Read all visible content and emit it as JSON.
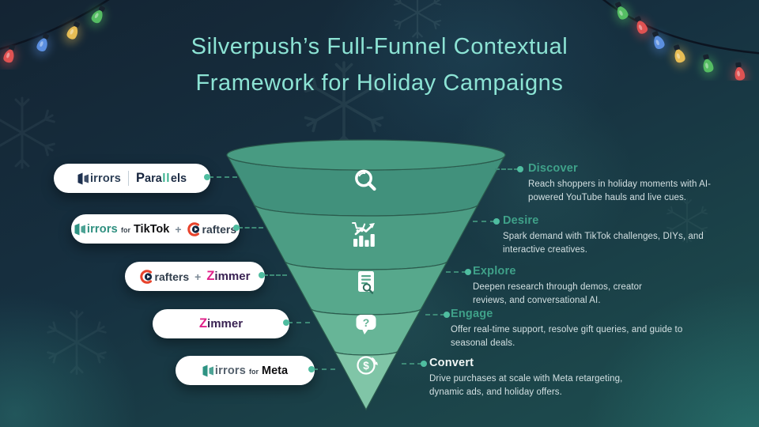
{
  "title": {
    "line1": "Silverpush’s Full-Funnel Contextual",
    "line2": "Framework for Holiday Campaigns"
  },
  "colors": {
    "accent_teal": "#3fa189",
    "title_teal": "#8ce3d4",
    "funnel_bands": [
      "#41917c",
      "#4c9d84",
      "#57a88c",
      "#67b597",
      "#80c5a7"
    ],
    "light_bulbs": [
      "#e05252",
      "#5b8fe0",
      "#e7bd55",
      "#55bd63"
    ]
  },
  "stages": [
    {
      "label": "Discover",
      "icon": "magnifier-icon",
      "description": "Reach shoppers in holiday moments with AI-powered YouTube hauls and live cues."
    },
    {
      "label": "Desire",
      "icon": "cart-growth-icon",
      "description": "Spark demand with TikTok challenges, DIYs, and interactive creatives."
    },
    {
      "label": "Explore",
      "icon": "document-search-icon",
      "description": "Deepen research through demos, creator reviews, and conversational AI."
    },
    {
      "label": "Engage",
      "icon": "chat-question-icon",
      "description": "Offer real-time support, resolve gift queries, and guide to seasonal deals."
    },
    {
      "label": "Convert",
      "icon": "dollar-convert-icon",
      "description": "Drive purchases at scale with Meta retargeting, dynamic ads, and holiday offers."
    }
  ],
  "pills": {
    "p1": {
      "mirrors_text": "irrors",
      "parallels_initial": "P",
      "parallels_pre": "ara",
      "parallels_bars": "ll",
      "parallels_post": "els"
    },
    "p2": {
      "mirrors_text": "irrors",
      "for_label": "for",
      "platform": "TikTok",
      "plus": "+",
      "crafters_text": "rafters"
    },
    "p3": {
      "crafters_text": "rafters",
      "plus": "+",
      "zimmer_initial": "Z",
      "zimmer_text": "immer"
    },
    "p4": {
      "zimmer_initial": "Z",
      "zimmer_text": "immer"
    },
    "p5": {
      "mirrors_text": "irrors",
      "for_label": "for",
      "platform": "Meta"
    }
  }
}
